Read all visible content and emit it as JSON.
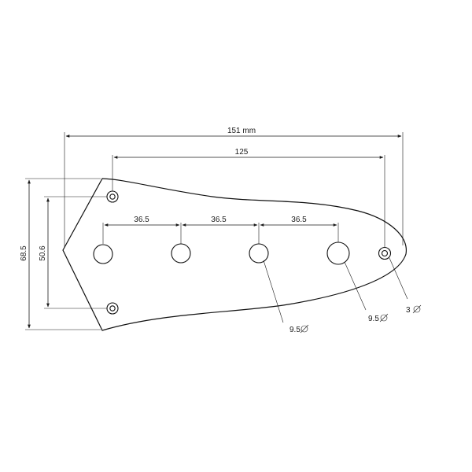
{
  "diagram": {
    "dimensions": {
      "overall_width": "151 mm",
      "mount_hole_spacing": "125",
      "overall_height": "68.5",
      "mount_height": "50.6",
      "spacing_1": "36.5",
      "spacing_2": "36.5",
      "spacing_3": "36.5"
    },
    "callouts": {
      "hole_small_left": "9.5",
      "hole_large": "9.5",
      "hole_jack": "3"
    },
    "colors": {
      "line": "#1a1a1a",
      "background": "#ffffff"
    },
    "icons": [
      "diameter-icon"
    ]
  }
}
